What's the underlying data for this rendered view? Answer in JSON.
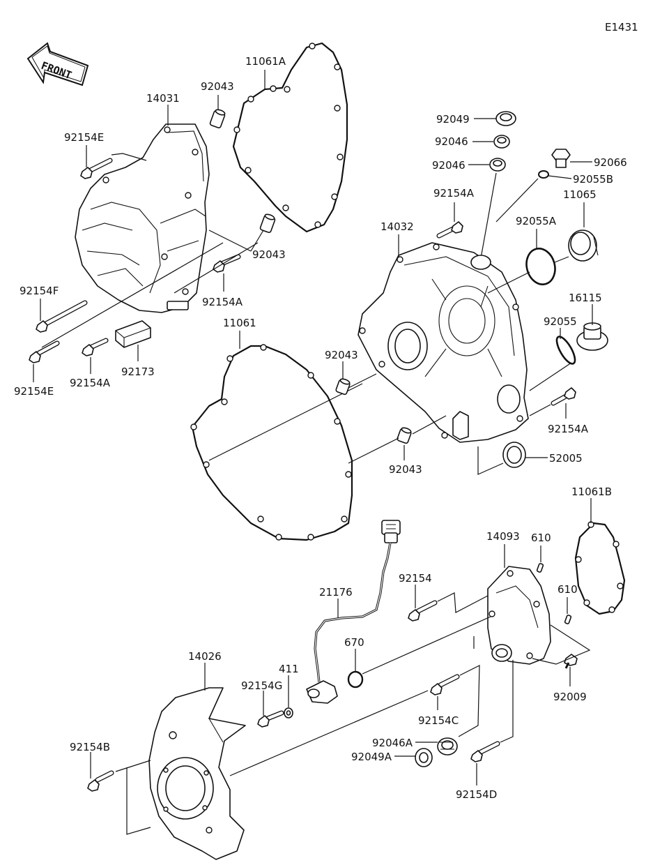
{
  "diagram_code": "E1431",
  "front_badge": "FRONT",
  "parts": {
    "p11061A": "11061A",
    "p92043_top": "92043",
    "p14031": "14031",
    "p92154E_top": "92154E",
    "p92043_mid": "92043",
    "p92154A_left": "92154A",
    "p92154F": "92154F",
    "p92154E_bottom": "92154E",
    "p92154A_bottom": "92154A",
    "p92173": "92173",
    "p92049": "92049",
    "p92046_a": "92046",
    "p92046_b": "92046",
    "p92066": "92066",
    "p92055B": "92055B",
    "p92154A_upper": "92154A",
    "p11065": "11065",
    "p14032": "14032",
    "p92055A": "92055A",
    "p16115": "16115",
    "p92055": "92055",
    "p11061": "11061",
    "p92043_center": "92043",
    "p92154A_right": "92154A",
    "p92043_lower": "92043",
    "p52005": "52005",
    "p11061B": "11061B",
    "p14093": "14093",
    "p610_a": "610",
    "p610_b": "610",
    "p92154": "92154",
    "p21176": "21176",
    "p670": "670",
    "p411": "411",
    "p92154G": "92154G",
    "p14026": "14026",
    "p92009": "92009",
    "p92154C": "92154C",
    "p92154B": "92154B",
    "p92046A": "92046A",
    "p92049A": "92049A",
    "p92154D": "92154D"
  }
}
